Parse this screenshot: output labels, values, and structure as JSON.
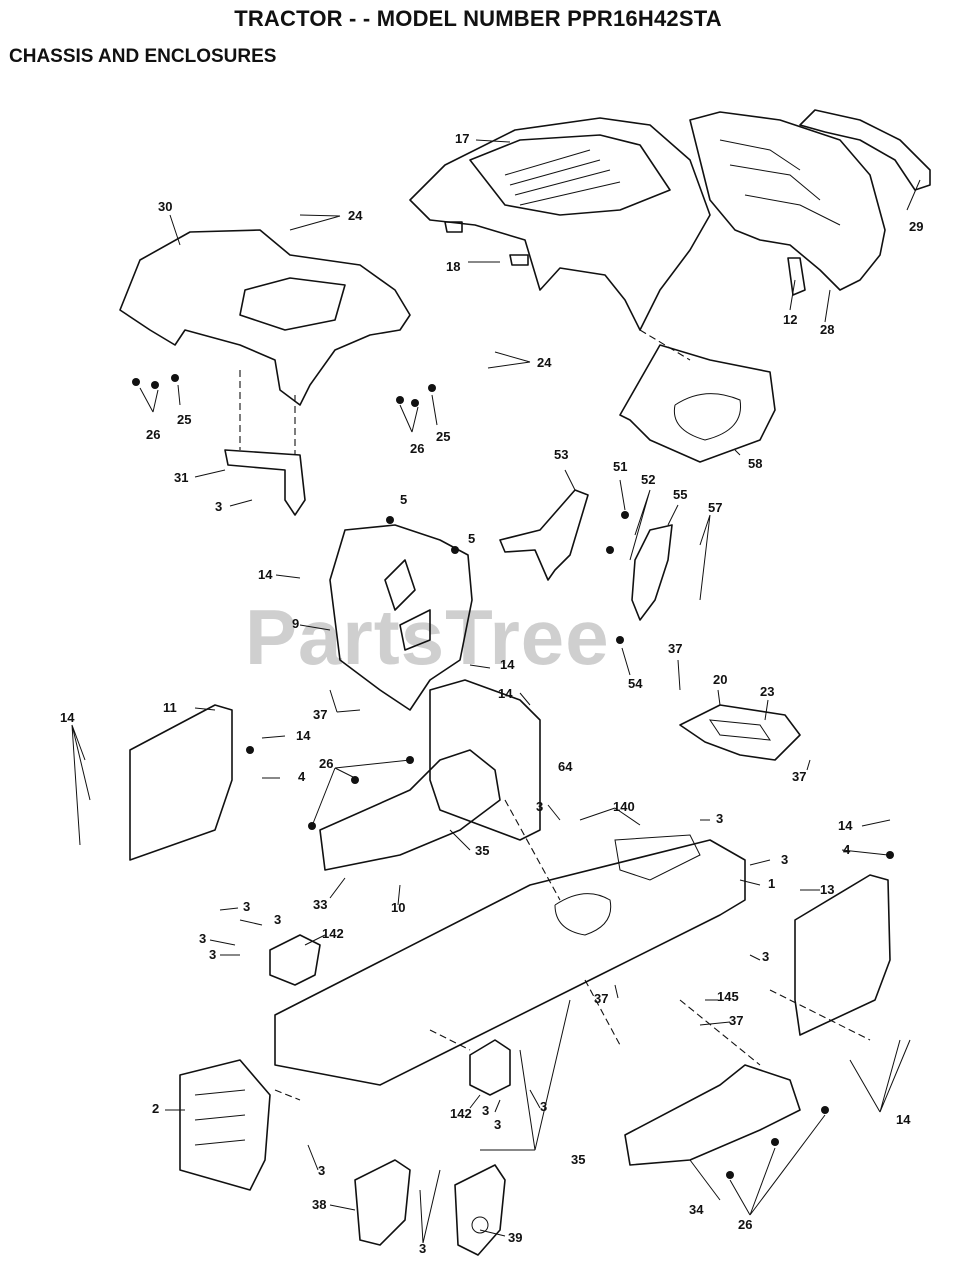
{
  "header": {
    "title": "TRACTOR - - MODEL NUMBER PPR16H42STA",
    "subtitle": "CHASSIS AND ENCLOSURES"
  },
  "watermark": "PartsTree",
  "callouts": [
    {
      "id": "c17",
      "text": "17"
    },
    {
      "id": "c29",
      "text": "29"
    },
    {
      "id": "c30",
      "text": "30"
    },
    {
      "id": "c24a",
      "text": "24"
    },
    {
      "id": "c18",
      "text": "18"
    },
    {
      "id": "c12",
      "text": "12"
    },
    {
      "id": "c28",
      "text": "28"
    },
    {
      "id": "c24b",
      "text": "24"
    },
    {
      "id": "c25a",
      "text": "25"
    },
    {
      "id": "c26a",
      "text": "26"
    },
    {
      "id": "c25b",
      "text": "25"
    },
    {
      "id": "c26b",
      "text": "26"
    },
    {
      "id": "c58",
      "text": "58"
    },
    {
      "id": "c31",
      "text": "31"
    },
    {
      "id": "c3a",
      "text": "3"
    },
    {
      "id": "c53",
      "text": "53"
    },
    {
      "id": "c51",
      "text": "51"
    },
    {
      "id": "c52",
      "text": "52"
    },
    {
      "id": "c55",
      "text": "55"
    },
    {
      "id": "c57",
      "text": "57"
    },
    {
      "id": "c5a",
      "text": "5"
    },
    {
      "id": "c5b",
      "text": "5"
    },
    {
      "id": "c14a",
      "text": "14"
    },
    {
      "id": "c9",
      "text": "9"
    },
    {
      "id": "c54",
      "text": "54"
    },
    {
      "id": "c37a",
      "text": "37"
    },
    {
      "id": "c20",
      "text": "20"
    },
    {
      "id": "c23",
      "text": "23"
    },
    {
      "id": "c14b",
      "text": "14"
    },
    {
      "id": "c14c",
      "text": "14"
    },
    {
      "id": "c37b",
      "text": "37"
    },
    {
      "id": "c14d",
      "text": "14"
    },
    {
      "id": "c11",
      "text": "11"
    },
    {
      "id": "c14e",
      "text": "14"
    },
    {
      "id": "c4a",
      "text": "4"
    },
    {
      "id": "c64",
      "text": "64"
    },
    {
      "id": "c26c",
      "text": "26"
    },
    {
      "id": "c37c",
      "text": "37"
    },
    {
      "id": "c3b",
      "text": "3"
    },
    {
      "id": "c140",
      "text": "140"
    },
    {
      "id": "c3c",
      "text": "3"
    },
    {
      "id": "c14f",
      "text": "14"
    },
    {
      "id": "c4b",
      "text": "4"
    },
    {
      "id": "c3d",
      "text": "3"
    },
    {
      "id": "c35a",
      "text": "35"
    },
    {
      "id": "c1",
      "text": "1"
    },
    {
      "id": "c13",
      "text": "13"
    },
    {
      "id": "c33",
      "text": "33"
    },
    {
      "id": "c10",
      "text": "10"
    },
    {
      "id": "c3e",
      "text": "3"
    },
    {
      "id": "c3f",
      "text": "3"
    },
    {
      "id": "c142a",
      "text": "142"
    },
    {
      "id": "c3g",
      "text": "3"
    },
    {
      "id": "c3h",
      "text": "3"
    },
    {
      "id": "c37d",
      "text": "37"
    },
    {
      "id": "c145",
      "text": "145"
    },
    {
      "id": "c37e",
      "text": "37"
    },
    {
      "id": "c3i",
      "text": "3"
    },
    {
      "id": "c2",
      "text": "2"
    },
    {
      "id": "c142b",
      "text": "142"
    },
    {
      "id": "c3j",
      "text": "3"
    },
    {
      "id": "c3k",
      "text": "3"
    },
    {
      "id": "c3l",
      "text": "3"
    },
    {
      "id": "c14g",
      "text": "14"
    },
    {
      "id": "c35b",
      "text": "35"
    },
    {
      "id": "c3m",
      "text": "3"
    },
    {
      "id": "c34",
      "text": "34"
    },
    {
      "id": "c26d",
      "text": "26"
    },
    {
      "id": "c38",
      "text": "38"
    },
    {
      "id": "c39",
      "text": "39"
    },
    {
      "id": "c3n",
      "text": "3"
    }
  ]
}
